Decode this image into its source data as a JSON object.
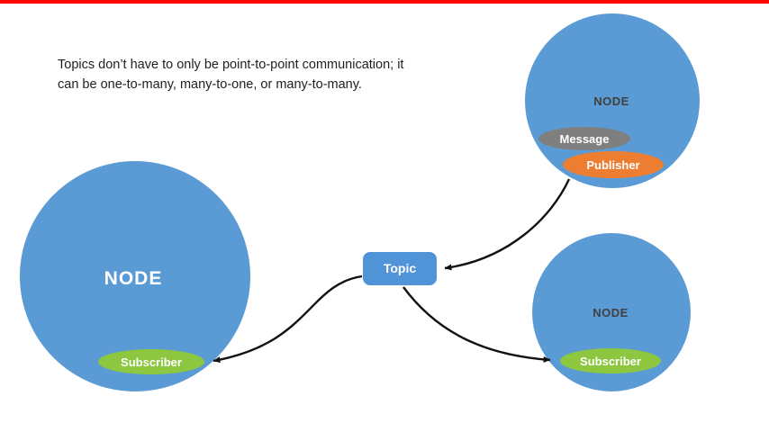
{
  "caption": {
    "line1": "Topics don’t have to only be point-to-point communication; it",
    "line2": "can be one-to-many, many-to-one, or many-to-many."
  },
  "topic": {
    "label": "Topic"
  },
  "left_node": {
    "label": "NODE",
    "subscriber_label": "Subscriber"
  },
  "top_right_node": {
    "label": "NODE",
    "message_label": "Message",
    "publisher_label": "Publisher"
  },
  "bottom_right_node": {
    "label": "NODE",
    "subscriber_label": "Subscriber"
  },
  "colors": {
    "node_blue": "#5b9bd5",
    "subscriber_green": "#8dc63f",
    "publisher_orange": "#ed7d31",
    "message_gray": "#7f7f7f",
    "topic_blue": "#5093d6",
    "arrow_black": "#121212",
    "red_bar": "#fb0505"
  }
}
